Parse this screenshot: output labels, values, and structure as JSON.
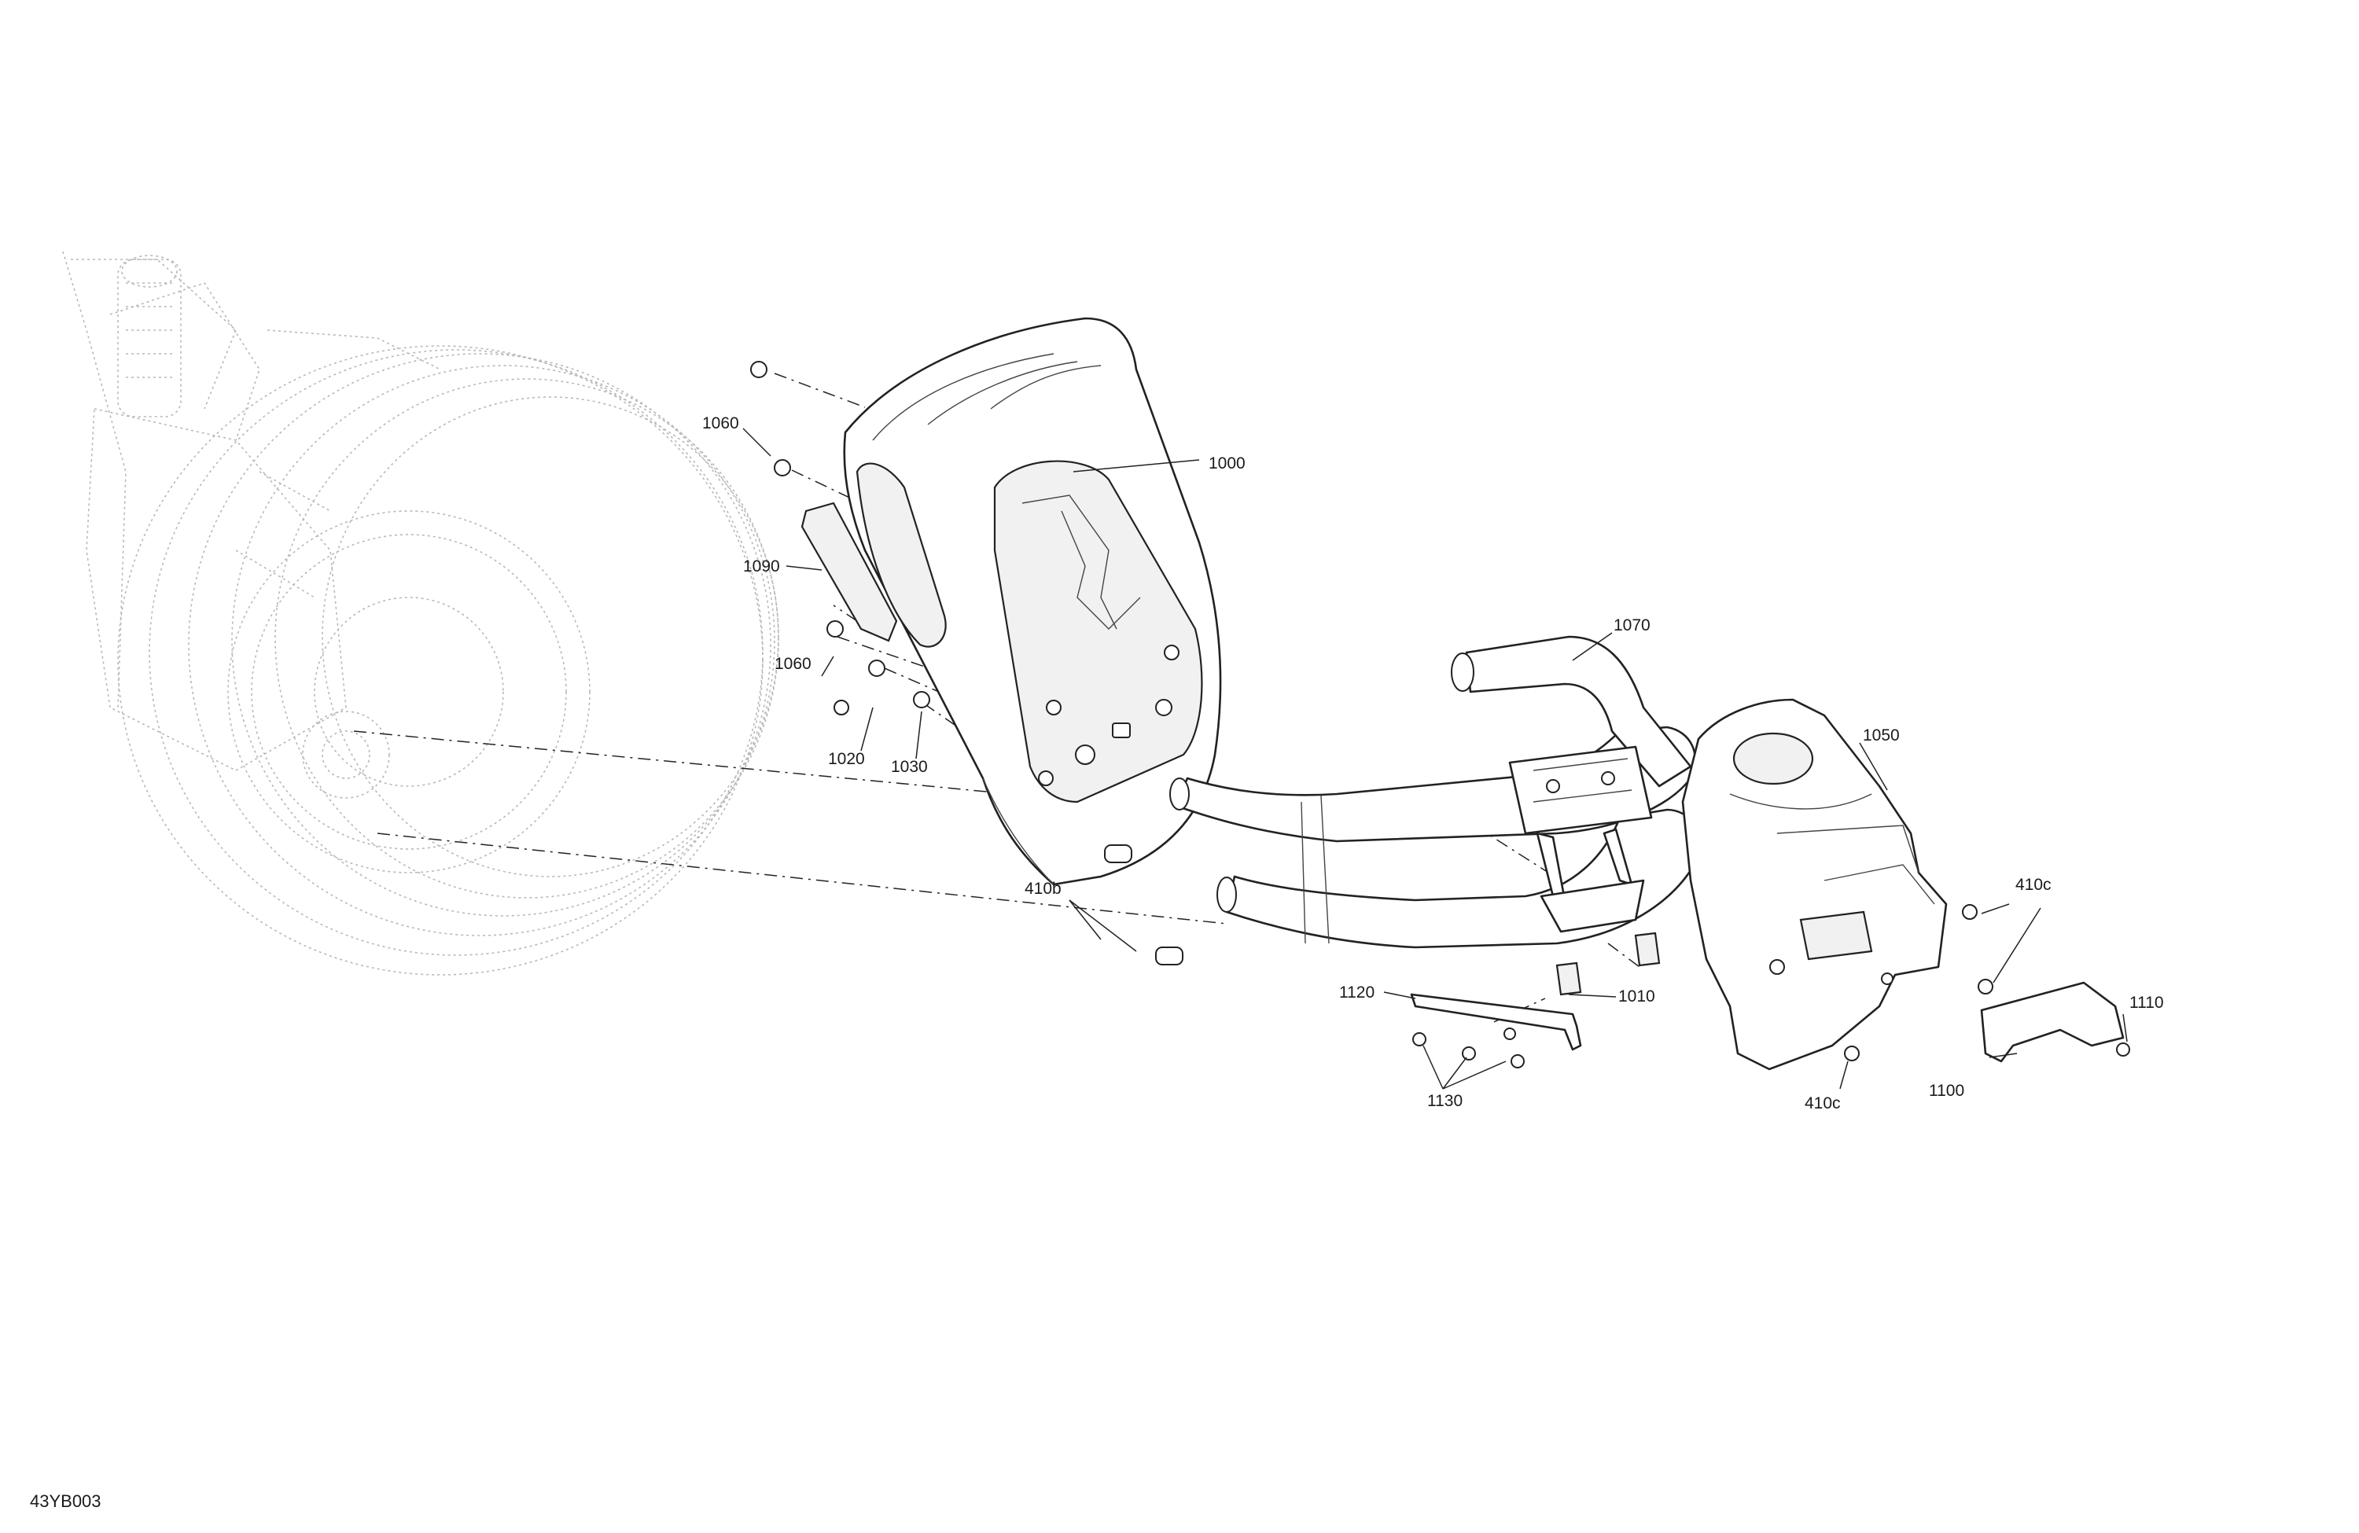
{
  "figure": {
    "code": "43YB003"
  },
  "labels": {
    "l1000": "1000",
    "l1060a": "1060",
    "l1060b": "1060",
    "l1090": "1090",
    "l1020": "1020",
    "l1030": "1030",
    "l410b": "410b",
    "l1070": "1070",
    "l1050": "1050",
    "l410c_top": "410c",
    "l410c_bottom": "410c",
    "l1110": "1110",
    "l1100": "1100",
    "l1120": "1120",
    "l1010": "1010",
    "l1130": "1130"
  }
}
